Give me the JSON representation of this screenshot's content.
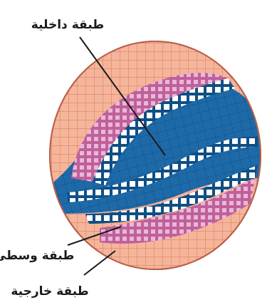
{
  "labels": {
    "endoderm": "طبقة داخلية",
    "mesoderm": "طبقة وسطى",
    "ectoderm": "طبقة خارجية"
  },
  "colors": {
    "ectoderm_fill": "#f5b59a",
    "ectoderm_grid": "#d9826a",
    "mesoderm_fill": "#c0609a",
    "mesoderm_inner": "#e9b7d8",
    "endoderm_fill": "#1e6aa8",
    "endoderm_grid": "#0f4f86",
    "band_cells": "#ffffff",
    "leader": "#1a1a1a"
  }
}
